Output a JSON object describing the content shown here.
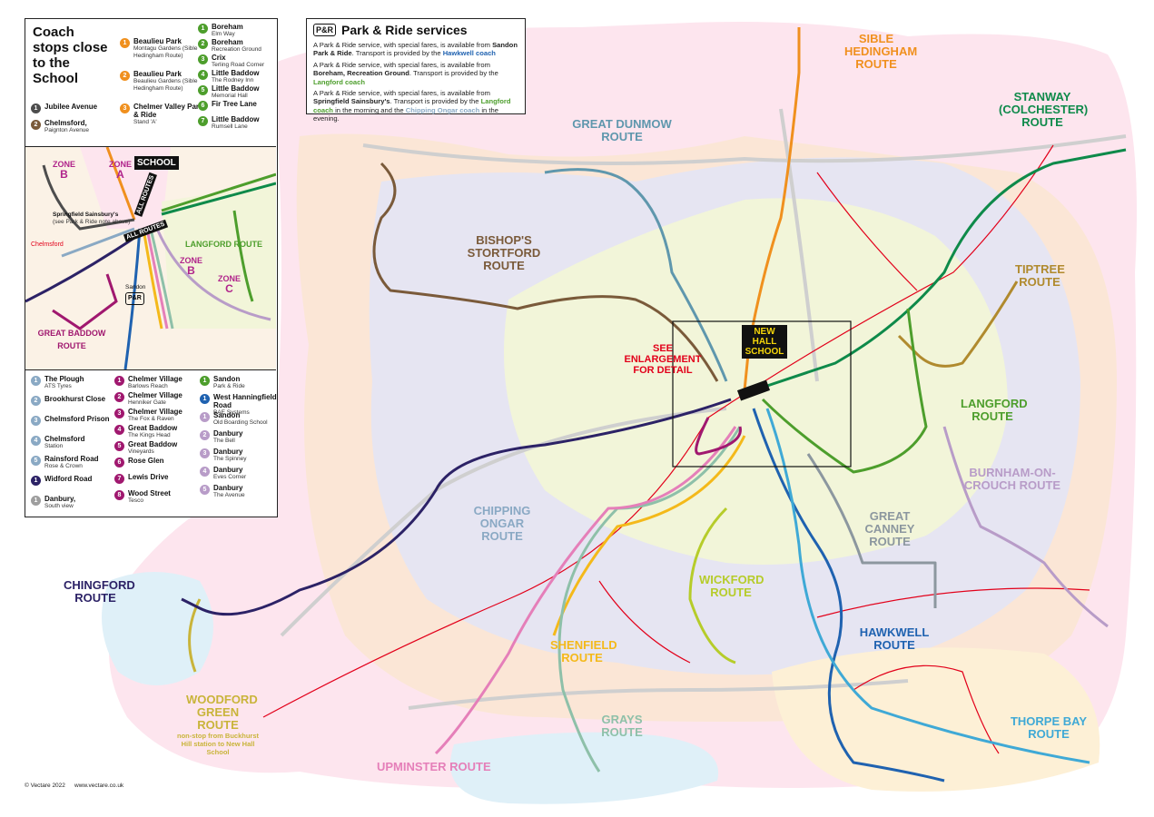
{
  "key": {
    "title": "Coach stops close to the School",
    "col1": [
      {
        "num": "1",
        "name": "Jubilee Avenue",
        "sub": "",
        "color": "#4d4d4d"
      },
      {
        "num": "2",
        "name": "Chelmsford,",
        "sub": "Paignton Avenue",
        "color": "#7a5a3a"
      }
    ],
    "col2": [
      {
        "num": "1",
        "name": "Beaulieu Park",
        "sub": "Montagu Gardens (Sible Hedingham Route)",
        "color": "#f0901e"
      },
      {
        "num": "2",
        "name": "Beaulieu Park",
        "sub": "Beaulieu Gardens (Sible Hedingham Route)",
        "color": "#f0901e"
      },
      {
        "num": "3",
        "name": "Chelmer Valley Park & Ride",
        "sub": "Stand 'A'",
        "color": "#f0901e"
      }
    ],
    "col3": [
      {
        "num": "1",
        "name": "Boreham",
        "sub": "Elm Way",
        "color": "#4d9e2c"
      },
      {
        "num": "2",
        "name": "Boreham",
        "sub": "Recreation Ground",
        "color": "#4d9e2c"
      },
      {
        "num": "3",
        "name": "Crix",
        "sub": "Terling Road Corner",
        "color": "#4d9e2c"
      },
      {
        "num": "4",
        "name": "Little Baddow",
        "sub": "The Rodney Inn",
        "color": "#4d9e2c"
      },
      {
        "num": "5",
        "name": "Little Baddow",
        "sub": "Memorial Hall",
        "color": "#4d9e2c"
      },
      {
        "num": "6",
        "name": "Fir Tree Lane",
        "sub": "",
        "color": "#4d9e2c"
      },
      {
        "num": "7",
        "name": "Little Baddow",
        "sub": "Rumsell Lane",
        "color": "#4d9e2c"
      }
    ],
    "lower1": [
      {
        "num": "1",
        "name": "The Plough",
        "sub": "ATS Tyres",
        "color": "#8aa9c4"
      },
      {
        "num": "2",
        "name": "Brookhurst Close",
        "sub": "",
        "color": "#8aa9c4"
      },
      {
        "num": "3",
        "name": "Chelmsford Prison",
        "sub": "",
        "color": "#8aa9c4"
      },
      {
        "num": "4",
        "name": "Chelmsford",
        "sub": "Station",
        "color": "#8aa9c4"
      },
      {
        "num": "5",
        "name": "Rainsford Road",
        "sub": "Rose & Crown",
        "color": "#8aa9c4"
      },
      {
        "num": "1",
        "name": "Widford Road",
        "sub": "",
        "color": "#2c2266"
      },
      {
        "num": "1",
        "name": "Danbury,",
        "sub": "South view",
        "color": "#9e9e9e"
      }
    ],
    "lower2": [
      {
        "num": "1",
        "name": "Chelmer Village",
        "sub": "Barlows Reach",
        "color": "#a0186f"
      },
      {
        "num": "2",
        "name": "Chelmer Village",
        "sub": "Henniker Gate",
        "color": "#a0186f"
      },
      {
        "num": "3",
        "name": "Chelmer Village",
        "sub": "The Fox & Raven",
        "color": "#a0186f"
      },
      {
        "num": "4",
        "name": "Great Baddow",
        "sub": "The Kings Head",
        "color": "#a0186f"
      },
      {
        "num": "5",
        "name": "Great Baddow",
        "sub": "Vineyards",
        "color": "#a0186f"
      },
      {
        "num": "6",
        "name": "Rose Glen",
        "sub": "",
        "color": "#a0186f"
      },
      {
        "num": "7",
        "name": "Lewis Drive",
        "sub": "",
        "color": "#a0186f"
      },
      {
        "num": "8",
        "name": "Wood Street",
        "sub": "Tesco",
        "color": "#a0186f"
      }
    ],
    "lower3": [
      {
        "num": "1",
        "name": "Sandon",
        "sub": "Park & Ride",
        "color": "#4d9e2c"
      },
      {
        "num": "1",
        "name": "West Hanningfield Road",
        "sub": "BAE Systems",
        "color": "#1f62b0"
      },
      {
        "num": "1",
        "name": "Sandon",
        "sub": "Old Boarding School",
        "color": "#b89cc8"
      },
      {
        "num": "2",
        "name": "Danbury",
        "sub": "The Bell",
        "color": "#b89cc8"
      },
      {
        "num": "3",
        "name": "Danbury",
        "sub": "The Spinney",
        "color": "#b89cc8"
      },
      {
        "num": "4",
        "name": "Danbury",
        "sub": "Eves Corner",
        "color": "#b89cc8"
      },
      {
        "num": "5",
        "name": "Danbury",
        "sub": "The Avenue",
        "color": "#b89cc8"
      }
    ]
  },
  "inset": {
    "school": "SCHOOL",
    "all_routes_1": "ALL ROUTES",
    "all_routes_2": "ALL ROUTES",
    "zone_b": "ZONE",
    "zone_b_l": "B",
    "zone_a": "ZONE",
    "zone_a_l": "A",
    "zone_b2": "ZONE",
    "zone_b2_l": "B",
    "zone_c": "ZONE",
    "zone_c_l": "C",
    "langford": "LANGFORD ROUTE",
    "great_baddow": "GREAT BADDOW ROUTE",
    "springfield": "Springfield Sainsbury's",
    "springfield_note": "(see Park & Ride note above)",
    "sandon": "Sandon",
    "pr": "P&R",
    "chelmsford": "Chelmsford"
  },
  "park_ride": {
    "badge": "P&R",
    "title": "Park & Ride services",
    "l1a": "A Park & Ride service, with special fares, is available from",
    "l1b": "Sandon Park & Ride",
    "l1c": ". Transport is provided by the",
    "l1d": "Hawkwell coach",
    "l2a": "A Park & Ride service, with special fares, is available from",
    "l2b": "Boreham, Recreation Ground",
    "l2c": ". Transport is provided by the",
    "l2d": "Langford coach",
    "l3a": "A Park & Ride service, with special fares, is available from",
    "l3b": "Springfield Sainsbury's",
    "l3c": ". Transport is provided by the",
    "l3d": "Langford coach",
    "l3e": "in the morning and the",
    "l3f": "Chipping Ongar coach",
    "l3g": "in the evening."
  },
  "routes": {
    "sible": "SIBLE HEDINGHAM ROUTE",
    "stanway": "STANWAY (COLCHESTER) ROUTE",
    "dunmow": "GREAT DUNMOW ROUTE",
    "bishops": "BISHOP'S STORTFORD ROUTE",
    "tiptree": "TIPTREE ROUTE",
    "langford": "LANGFORD ROUTE",
    "burnham": "BURNHAM-ON-CROUCH ROUTE",
    "canney": "GREAT CANNEY ROUTE",
    "hawkwell": "HAWKWELL ROUTE",
    "thorpe": "THORPE BAY ROUTE",
    "wickford": "WICKFORD ROUTE",
    "shenfield": "SHENFIELD ROUTE",
    "grays": "GRAYS ROUTE",
    "upminster": "UPMINSTER ROUTE",
    "woodford": "WOODFORD GREEN ROUTE",
    "woodford_note": "non-stop from Buckhurst Hill station to New Hall School",
    "chingford": "CHINGFORD ROUTE",
    "ongar": "CHIPPING ONGAR ROUTE"
  },
  "school": {
    "name": "NEW HALL SCHOOL",
    "enlarge": "SEE ENLARGEMENT FOR DETAIL"
  },
  "footer": {
    "copy": "© Vectare 2022",
    "web": "www.vectare.co.uk"
  },
  "colors": {
    "sible": "#f0901e",
    "stanway": "#0e8a4a",
    "dunmow": "#5f97ad",
    "bishops": "#7a5a3a",
    "tiptree": "#b08a2e",
    "langford": "#4d9e2c",
    "burnham": "#b89cc8",
    "canney": "#8c979f",
    "hawkwell": "#1f62b0",
    "thorpe": "#3fa9d6",
    "wickford": "#b6cc2a",
    "shenfield": "#f4b91a",
    "grays": "#8ec0a9",
    "upminster": "#e57fb9",
    "woodford": "#c9b43a",
    "chingford": "#2c2266",
    "ongar": "#2c2266",
    "baddow": "#a0186f",
    "rail": "#e2001a"
  }
}
